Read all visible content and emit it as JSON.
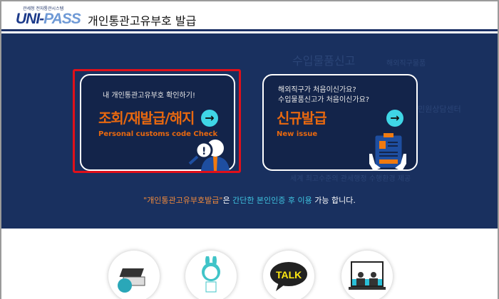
{
  "header": {
    "agency": "관세청 전자통관시스템",
    "logo_main": "UNI-",
    "logo_pass": "PASS",
    "title": "개인통관고유부호 발급"
  },
  "watermark": [
    "수입물품신고",
    "해외직구물품",
    "민원상담센터",
    "세계 최고수준의 관세행정 수행환경 제공"
  ],
  "cards": [
    {
      "subtitle": "내 개인통관고유부호 확인하기!",
      "title": "조회/재발급/해지",
      "english": "Personal customs code Check",
      "icon": "magnifier-person-icon"
    },
    {
      "subtitle": "해외직구가 처음이신가요?\n수입물품신고가 처음이신가요?",
      "title": "신규발급",
      "english": "New issue",
      "icon": "clipboard-icon"
    }
  ],
  "notice": {
    "quoted": "\"개인통관고유부호발급\"",
    "p1": "은 ",
    "highlight": "간단한 본인인증 후 이용",
    "p2": " 가능 합니다."
  },
  "colors": {
    "navy": "#19305f",
    "orange": "#e8680f",
    "cyan": "#3fd6e6",
    "highlight_border": "#e0101a"
  },
  "bottom_icons": [
    {
      "icon": "unipass-book-globe-icon"
    },
    {
      "icon": "rabbit-mascot-icon"
    },
    {
      "icon": "kakao-talk-icon",
      "label": "TALK"
    },
    {
      "icon": "video-lecture-icon"
    }
  ]
}
